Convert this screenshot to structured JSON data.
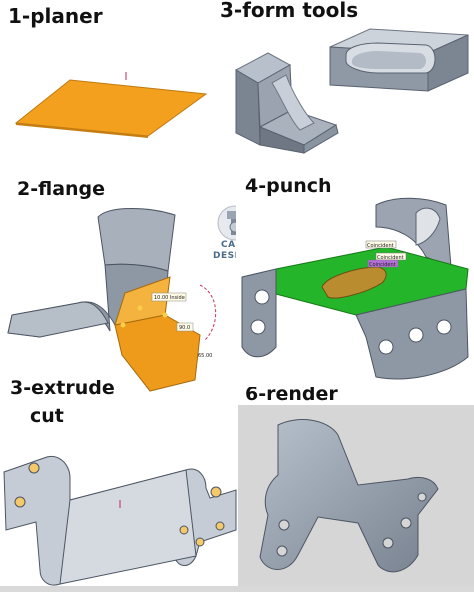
{
  "steps": [
    {
      "label": "1-planer"
    },
    {
      "label": "3-form tools"
    },
    {
      "label": "2-flange"
    },
    {
      "label": "4-punch"
    },
    {
      "label": "3-extrude"
    },
    {
      "label": "cut"
    },
    {
      "label": "6-render"
    }
  ],
  "logo": {
    "line1": "CADD",
    "line2": "DESIGN"
  },
  "flange_dims": {
    "inside": "10.00 Inside",
    "angle": "90.0",
    "length": "65.00"
  },
  "punch_tags": {
    "tag1": "Coincident",
    "tag2": "Coincident",
    "tag3": "Coincident"
  },
  "colors": {
    "plate": "#f0a020",
    "punch_green": "#22b022",
    "metal": "#8f99a6",
    "render_bg": "#d7d7d7"
  }
}
